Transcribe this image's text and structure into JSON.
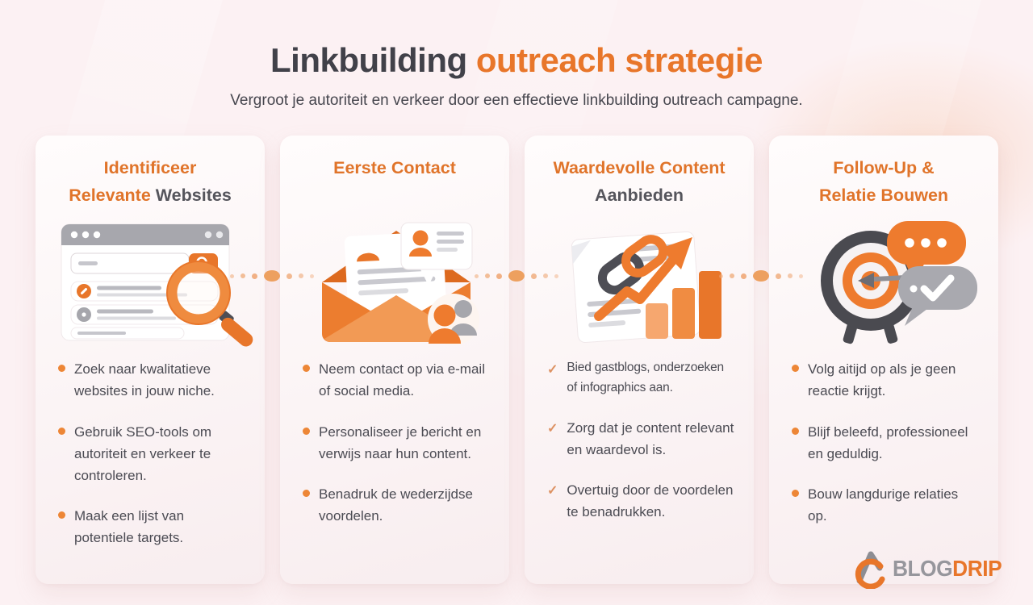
{
  "header": {
    "title_dark": "Linkbuilding",
    "title_accent": "outreach strategie",
    "subtitle": "Vergroot je autoriteit en verkeer door een effectieve linkbuilding outreach campagne."
  },
  "glyphs": {
    "check": "✓"
  },
  "colors": {
    "accent": "#e8762a",
    "accent_light": "#ef8b3f",
    "title_dark": "#414149",
    "body_text": "#4b4b53",
    "gray_icon": "#a6a6ac",
    "dark_gray_icon": "#4a4a50",
    "background": "#fcf1f3"
  },
  "cards": [
    {
      "title_l1_accent": "Identificeer",
      "title_l1_plain": "",
      "title_l2_accent": "Relevante ",
      "title_l2_plain": "Websites",
      "icon": "browser-search-illustration",
      "marker": "dot",
      "bullets": [
        "Zoek naar kwalitatieve websites in jouw niche.",
        "Gebruik SEO-tools om autoriteit en verkeer te controleren.",
        "Maak een lijst van potentiele targets."
      ]
    },
    {
      "title_l1_accent": "Eerste Contact",
      "title_l1_plain": "",
      "title_l2_accent": "",
      "title_l2_plain": "",
      "icon": "envelope-outreach-illustration",
      "marker": "dot",
      "bullets": [
        "Neem contact op via e-mail of social media.",
        "Personaliseer je bericht en verwijs naar hun content.",
        "Benadruk de wederzijdse voordelen."
      ]
    },
    {
      "title_l1_accent": "Waardevolle Content",
      "title_l1_plain": "",
      "title_l2_accent": "",
      "title_l2_plain": "Aanbieden",
      "icon": "content-growth-illustration",
      "marker": "check",
      "bullets": [
        "Bied gastblogs, onderzoeken of infographics aan.",
        "Zorg dat je content relevant en waardevol is.",
        "Overtuig door de voordelen te benadrukken."
      ]
    },
    {
      "title_l1_accent": "Follow-Up &",
      "title_l1_plain": "",
      "title_l2_accent": "Relatie Bouwen",
      "title_l2_plain": "",
      "icon": "target-followup-illustration",
      "marker": "dot",
      "bullets": [
        "Volg aitijd op als je geen reactie krijgt.",
        "Blijf beleefd, professioneel en geduldig.",
        "Bouw langdurige relaties op."
      ]
    }
  ],
  "logo": {
    "part_gray": "BLOG",
    "part_accent": "DRIP"
  }
}
